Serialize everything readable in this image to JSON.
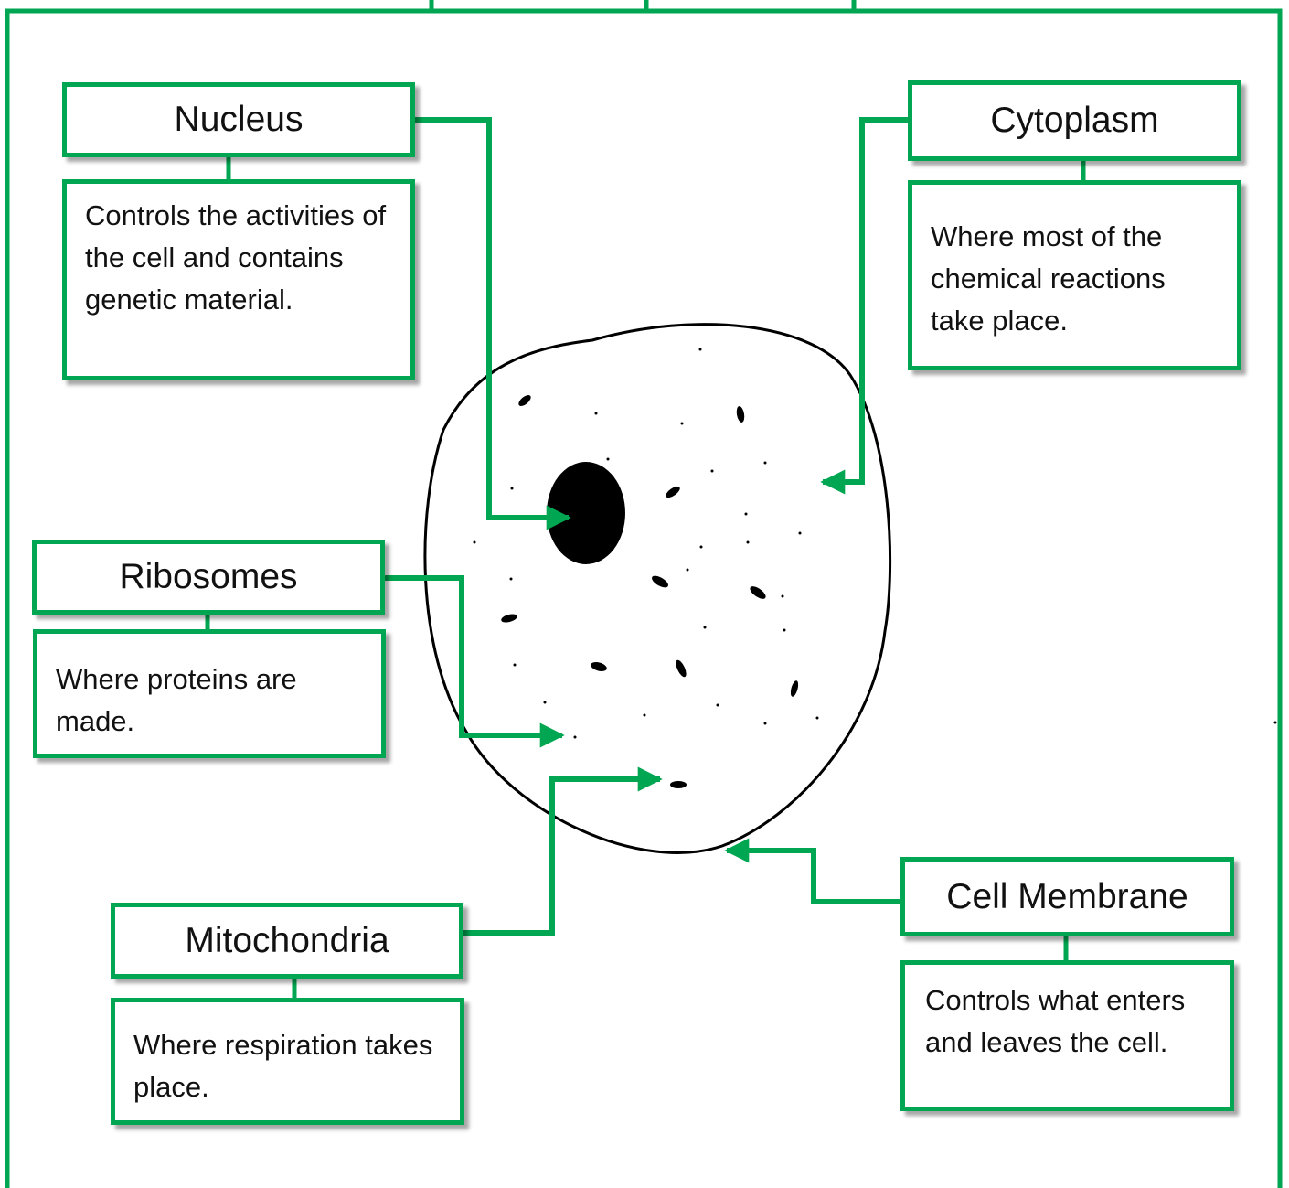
{
  "colors": {
    "accent": "#00a651",
    "ink": "#000000",
    "text": "#111111"
  },
  "labels": {
    "nucleus": {
      "title": "Nucleus",
      "desc": "Controls the activities of the cell and contains genetic material."
    },
    "cytoplasm": {
      "title": "Cytoplasm",
      "desc": "Where most of the chemical reactions take place."
    },
    "ribosomes": {
      "title": "Ribosomes",
      "desc": "Where proteins are made."
    },
    "mitochondria": {
      "title": "Mitochondria",
      "desc": "Where respiration takes place."
    },
    "cell_membrane": {
      "title": "Cell Membrane",
      "desc": "Controls what enters and leaves the cell."
    }
  }
}
